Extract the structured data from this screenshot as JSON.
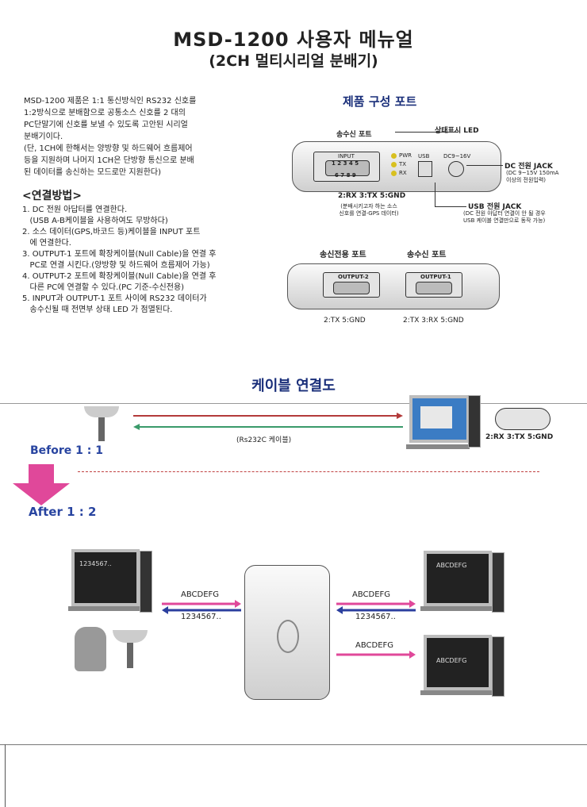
{
  "header": {
    "title": "MSD-1200 사용자 메뉴얼",
    "subtitle": "(2CH 멀티시리얼 분배기)"
  },
  "intro": {
    "paragraph": "MSD-1200 제품은 1:1 통신방식인 RS232 신호를\n1:2방식으로 분배함으로 공통소스 신호를 2 대의\nPC단말기에 신호를 보낼 수 있도록 고안된 시리얼\n분배기이다.\n(단, 1CH에 한해서는 양방향 및 하드웨어 흐름제어\n등을 지원하며 나머지 1CH은 단방향 통신으로 분배\n된 데이터를 송신하는 모드로만 지원한다)"
  },
  "connection": {
    "heading": "<연결방법>",
    "steps": [
      "1. DC 전원 아답터를 연결한다.",
      "   (USB A-B케이블을 사용하여도 무방하다)",
      "2. 소스 데이터(GPS,바코드 등)케이블을 INPUT 포트",
      "   에 연결한다.",
      "3. OUTPUT-1 포트에 확장케이블(Null Cable)을 연결 후",
      "   PC로 연결 시킨다.(양방향 및 하드웨어 흐름제어 가능)",
      "4. OUTPUT-2 포트에 확장케이블(Null Cable)을 연결 후",
      "   다른 PC에 연결할 수 있다.(PC 기준-수신전용)",
      "5. INPUT과 OUTPUT-1 포트 사이에 RS232 데이터가",
      "   송수신될 때 전면부 상태 LED 가 점멸된다."
    ]
  },
  "product": {
    "title": "제품 구성 포트",
    "front": {
      "txrx_port": "송수신 포트",
      "status_led": "상태표시 LED",
      "input_label": "INPUT",
      "pins_top": "1 2 3 4 5",
      "pins_bottom": "6 7 8 9",
      "led_labels": [
        "PWR",
        "TX",
        "RX"
      ],
      "usb_label": "USB",
      "dc_label": "DC9~16V",
      "dc_jack": "DC 전원 JACK",
      "dc_note": "(DC 9~15V 150mA\n이상의 전원입력)",
      "pin_map": "2:RX  3:TX  5:GND",
      "pin_note": "(분배시키고자 하는 소스\n신호를 연결-GPS 데이터)",
      "usb_jack": "USB 전원 JACK",
      "usb_note": "(DC 전원 아답터 연결이 안 될 경우\nUSB 케이블 연결만으로 동작 가능)"
    },
    "rear": {
      "tx_only": "송신전용 포트",
      "txrx": "송수신 포트",
      "out2": "OUTPUT-2",
      "out1": "OUTPUT-1",
      "pin_map_left": "2:TX   5:GND",
      "pin_map_right": "2:TX  3:RX  5:GND"
    }
  },
  "cable": {
    "title": "케이블 연결도",
    "cable_label": "(Rs232C 케이블)",
    "pin_map": "2:RX  3:TX  5:GND",
    "before": "Before  1 : 1",
    "after": "After  1 : 2",
    "monitor_text_left": "1234567..",
    "monitor_text_right": "ABCDEFG",
    "arrow_left_top": "ABCDEFG",
    "arrow_left_bottom": "1234567..",
    "arrow_right_top": "ABCDEFG",
    "arrow_right_bottom": "1234567..",
    "arrow_right_lower": "ABCDEFG"
  },
  "colors": {
    "navy": "#1a2f7a",
    "blue_label": "#2844a0",
    "magenta": "#e0489a",
    "red_arrow": "#b33a3a",
    "green_arrow": "#3a9a6a",
    "blue_arrow": "#2b3f9e"
  }
}
